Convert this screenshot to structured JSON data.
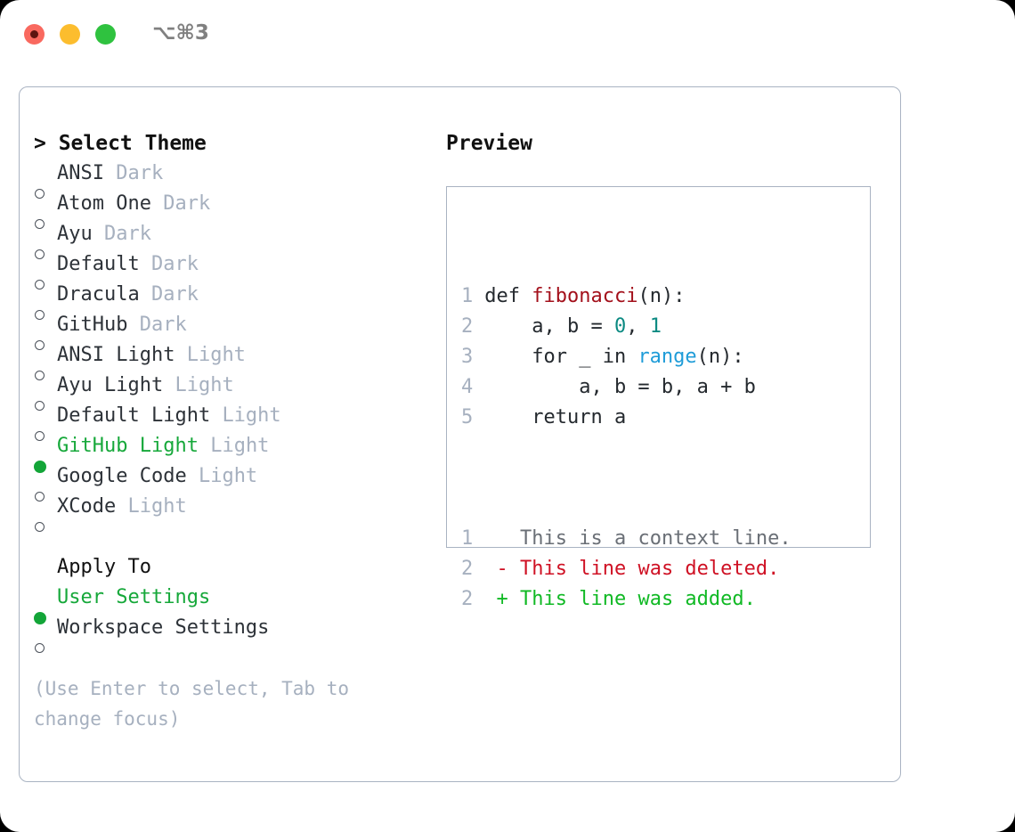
{
  "window": {
    "shortcut": "⌥⌘3",
    "traffic_lights": [
      {
        "name": "close",
        "color": "#f9695f"
      },
      {
        "name": "minimize",
        "color": "#fcbd2e"
      },
      {
        "name": "zoom",
        "color": "#2fc23f"
      }
    ]
  },
  "theme_list": {
    "header": "> Select Theme",
    "items": [
      {
        "label": "ANSI",
        "tag": "Dark",
        "selected": false
      },
      {
        "label": "Atom One",
        "tag": "Dark",
        "selected": false
      },
      {
        "label": "Ayu",
        "tag": "Dark",
        "selected": false
      },
      {
        "label": "Default",
        "tag": "Dark",
        "selected": false
      },
      {
        "label": "Dracula",
        "tag": "Dark",
        "selected": false
      },
      {
        "label": "GitHub",
        "tag": "Dark",
        "selected": false
      },
      {
        "label": "ANSI Light",
        "tag": "Light",
        "selected": false
      },
      {
        "label": "Ayu Light",
        "tag": "Light",
        "selected": false
      },
      {
        "label": "Default Light",
        "tag": "Light",
        "selected": false
      },
      {
        "label": "GitHub Light",
        "tag": "Light",
        "selected": true
      },
      {
        "label": "Google Code",
        "tag": "Light",
        "selected": false
      },
      {
        "label": "XCode",
        "tag": "Light",
        "selected": false
      }
    ]
  },
  "apply_to": {
    "title": "Apply To",
    "options": [
      {
        "label": "User Settings",
        "selected": true
      },
      {
        "label": "Workspace Settings",
        "selected": false
      }
    ]
  },
  "hint": "(Use Enter to select, Tab to change focus)",
  "preview": {
    "title": "Preview",
    "code_lines": [
      {
        "number": "1",
        "tokens": [
          {
            "text": "def ",
            "type": "kw"
          },
          {
            "text": "fibonacci",
            "type": "fn"
          },
          {
            "text": "(n):",
            "type": "plain"
          }
        ]
      },
      {
        "number": "2",
        "tokens": [
          {
            "text": "    a, b = ",
            "type": "plain"
          },
          {
            "text": "0",
            "type": "num"
          },
          {
            "text": ", ",
            "type": "plain"
          },
          {
            "text": "1",
            "type": "num"
          }
        ]
      },
      {
        "number": "3",
        "tokens": [
          {
            "text": "    for _ in ",
            "type": "plain"
          },
          {
            "text": "range",
            "type": "builtin"
          },
          {
            "text": "(n):",
            "type": "plain"
          }
        ]
      },
      {
        "number": "4",
        "tokens": [
          {
            "text": "        a, b = b, a + b",
            "type": "plain"
          }
        ]
      },
      {
        "number": "5",
        "tokens": [
          {
            "text": "    return a",
            "type": "plain"
          }
        ]
      }
    ],
    "diff_lines": [
      {
        "number": "1",
        "marker": "  ",
        "text": "This is a context line.",
        "kind": "ctx"
      },
      {
        "number": "2",
        "marker": "- ",
        "text": "This line was deleted.",
        "kind": "del"
      },
      {
        "number": "2",
        "marker": "+ ",
        "text": "This line was added.",
        "kind": "add"
      }
    ]
  },
  "colors": {
    "accent_green": "#16a83a",
    "muted": "#a6b0bf",
    "border": "#a9b3c2",
    "fn_red": "#a3101b",
    "num_teal": "#0c8a82",
    "builtin_blue": "#1f9cd8",
    "diff_del": "#cf1124",
    "diff_add": "#10b924"
  }
}
